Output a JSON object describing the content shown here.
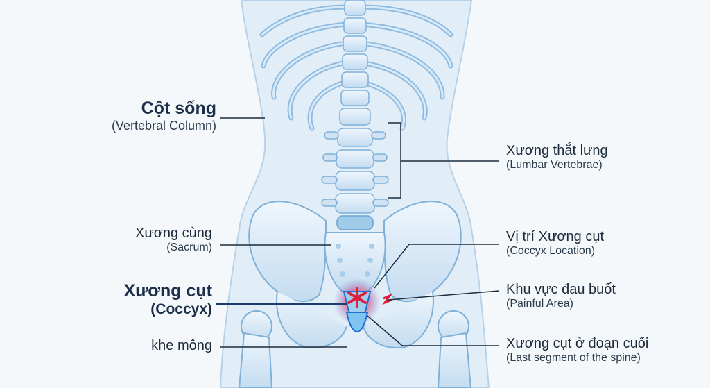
{
  "labels": {
    "vertebral_column": {
      "main": "Cột sống",
      "sub": "(Vertebral Column)"
    },
    "sacrum": {
      "main": "Xương cùng",
      "sub": "(Sacrum)"
    },
    "coccyx": {
      "main": "Xương cụt",
      "sub": "(Coccyx)"
    },
    "gluteal_cleft": {
      "main": "khe mông"
    },
    "lumbar": {
      "main": "Xương thắt lưng",
      "sub": "(Lumbar Vertebrae)"
    },
    "coccyx_location": {
      "main": "Vị trí Xương cụt",
      "sub": "(Coccyx Location)"
    },
    "painful_area": {
      "main": "Khu vực đau buốt",
      "sub": "(Painful Area)"
    },
    "last_segment": {
      "main": "Xương cụt ở đoạn cuối",
      "sub": "(Last segment of the spine)"
    }
  },
  "colors": {
    "bone": "#d6e8f7",
    "bone_stroke": "#7fb0d8",
    "body": "#e3eef7",
    "pain": "#e0203a",
    "leader": "#1d2b3a",
    "highlight": "#1d3c6e"
  }
}
